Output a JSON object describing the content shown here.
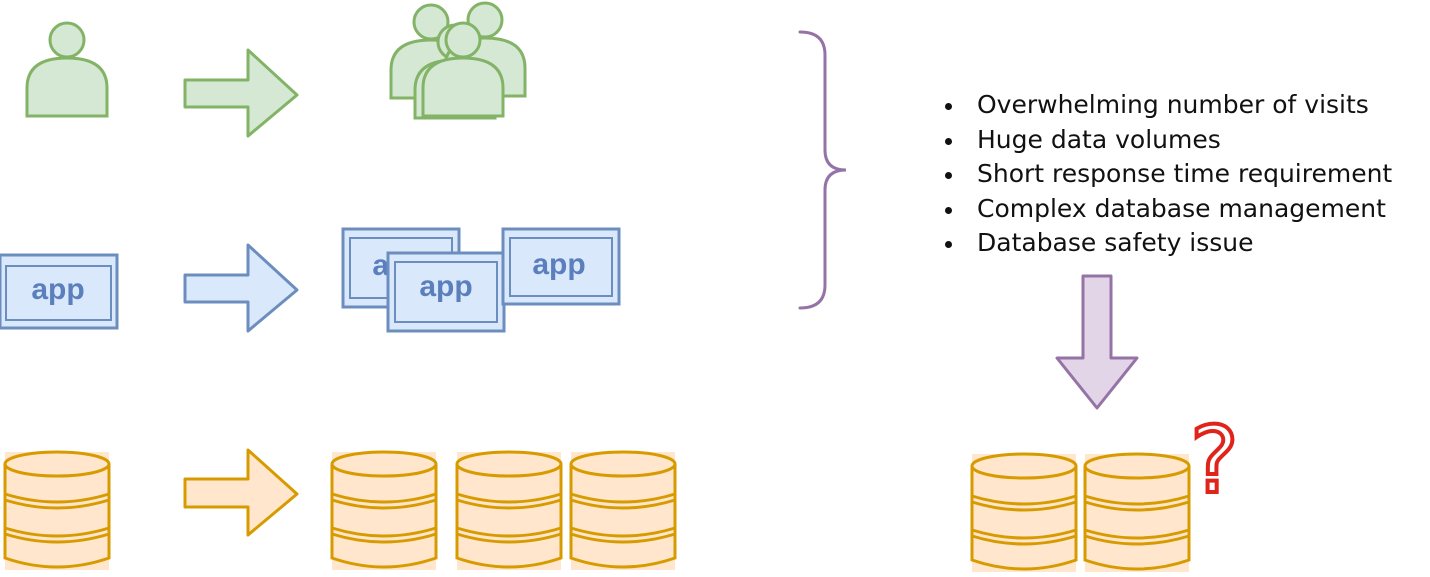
{
  "rows": {
    "users": {
      "left_icon": "user-icon",
      "arrow": "right-arrow-icon",
      "right_icon": "user-group-icon",
      "color": "#82b366",
      "fill": "#d5e8d4"
    },
    "apps": {
      "left_label": "app",
      "right_labels": [
        "app",
        "app",
        "app"
      ],
      "color": "#6c8ebf",
      "fill": "#dae8fc"
    },
    "databases": {
      "left_icon": "database-icon",
      "right_icons": [
        "database-icon",
        "database-icon",
        "database-icon"
      ],
      "color": "#d79b00",
      "fill": "#ffe6cc"
    }
  },
  "brace": {
    "icon": "right-curly-brace-icon",
    "color": "#9673a6"
  },
  "problems": [
    "Overwhelming number of visits",
    "Huge data volumes",
    "Short response time requirement",
    "Complex database management",
    "Database safety issue"
  ],
  "result": {
    "arrow": "down-arrow-icon",
    "arrow_color": "#9673a6",
    "arrow_fill": "#e1d5e7",
    "databases": [
      "database-icon",
      "database-icon"
    ],
    "question_mark": "?",
    "question_color": "#e0241b"
  }
}
